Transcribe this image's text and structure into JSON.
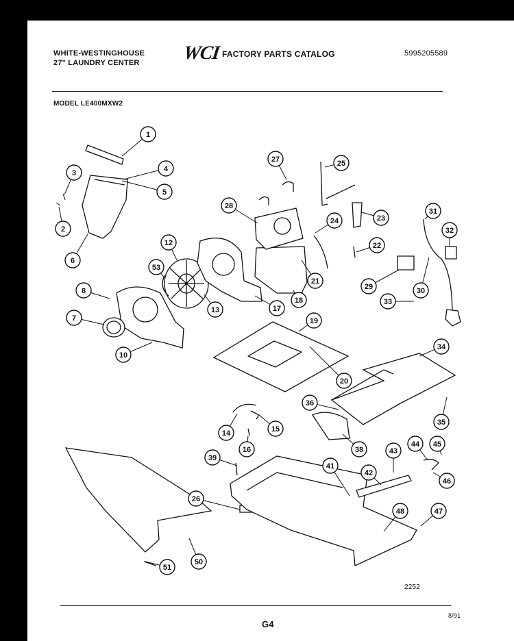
{
  "header": {
    "brand": "WHITE-WESTINGHOUSE",
    "product": "27\" LAUNDRY CENTER",
    "logo": "WCI",
    "catalog_title": "FACTORY PARTS CATALOG",
    "catalog_number": "5995205589",
    "model": "MODEL LE400MXW2"
  },
  "callouts": [
    {
      "label": "1"
    },
    {
      "label": "2"
    },
    {
      "label": "3"
    },
    {
      "label": "4"
    },
    {
      "label": "5"
    },
    {
      "label": "6"
    },
    {
      "label": "7"
    },
    {
      "label": "8"
    },
    {
      "label": "10"
    },
    {
      "label": "12"
    },
    {
      "label": "13"
    },
    {
      "label": "14"
    },
    {
      "label": "15"
    },
    {
      "label": "16"
    },
    {
      "label": "17"
    },
    {
      "label": "18"
    },
    {
      "label": "19"
    },
    {
      "label": "20"
    },
    {
      "label": "21"
    },
    {
      "label": "22"
    },
    {
      "label": "23"
    },
    {
      "label": "24"
    },
    {
      "label": "25"
    },
    {
      "label": "26"
    },
    {
      "label": "27"
    },
    {
      "label": "28"
    },
    {
      "label": "29"
    },
    {
      "label": "30"
    },
    {
      "label": "31"
    },
    {
      "label": "32"
    },
    {
      "label": "33"
    },
    {
      "label": "34"
    },
    {
      "label": "35"
    },
    {
      "label": "36"
    },
    {
      "label": "38"
    },
    {
      "label": "39"
    },
    {
      "label": "41"
    },
    {
      "label": "42"
    },
    {
      "label": "43"
    },
    {
      "label": "44"
    },
    {
      "label": "45"
    },
    {
      "label": "46"
    },
    {
      "label": "47"
    },
    {
      "label": "48"
    },
    {
      "label": "50"
    },
    {
      "label": "51"
    },
    {
      "label": "53"
    }
  ],
  "footer": {
    "drawing_number": "2252",
    "page_code": "G4",
    "date": "8/91"
  }
}
